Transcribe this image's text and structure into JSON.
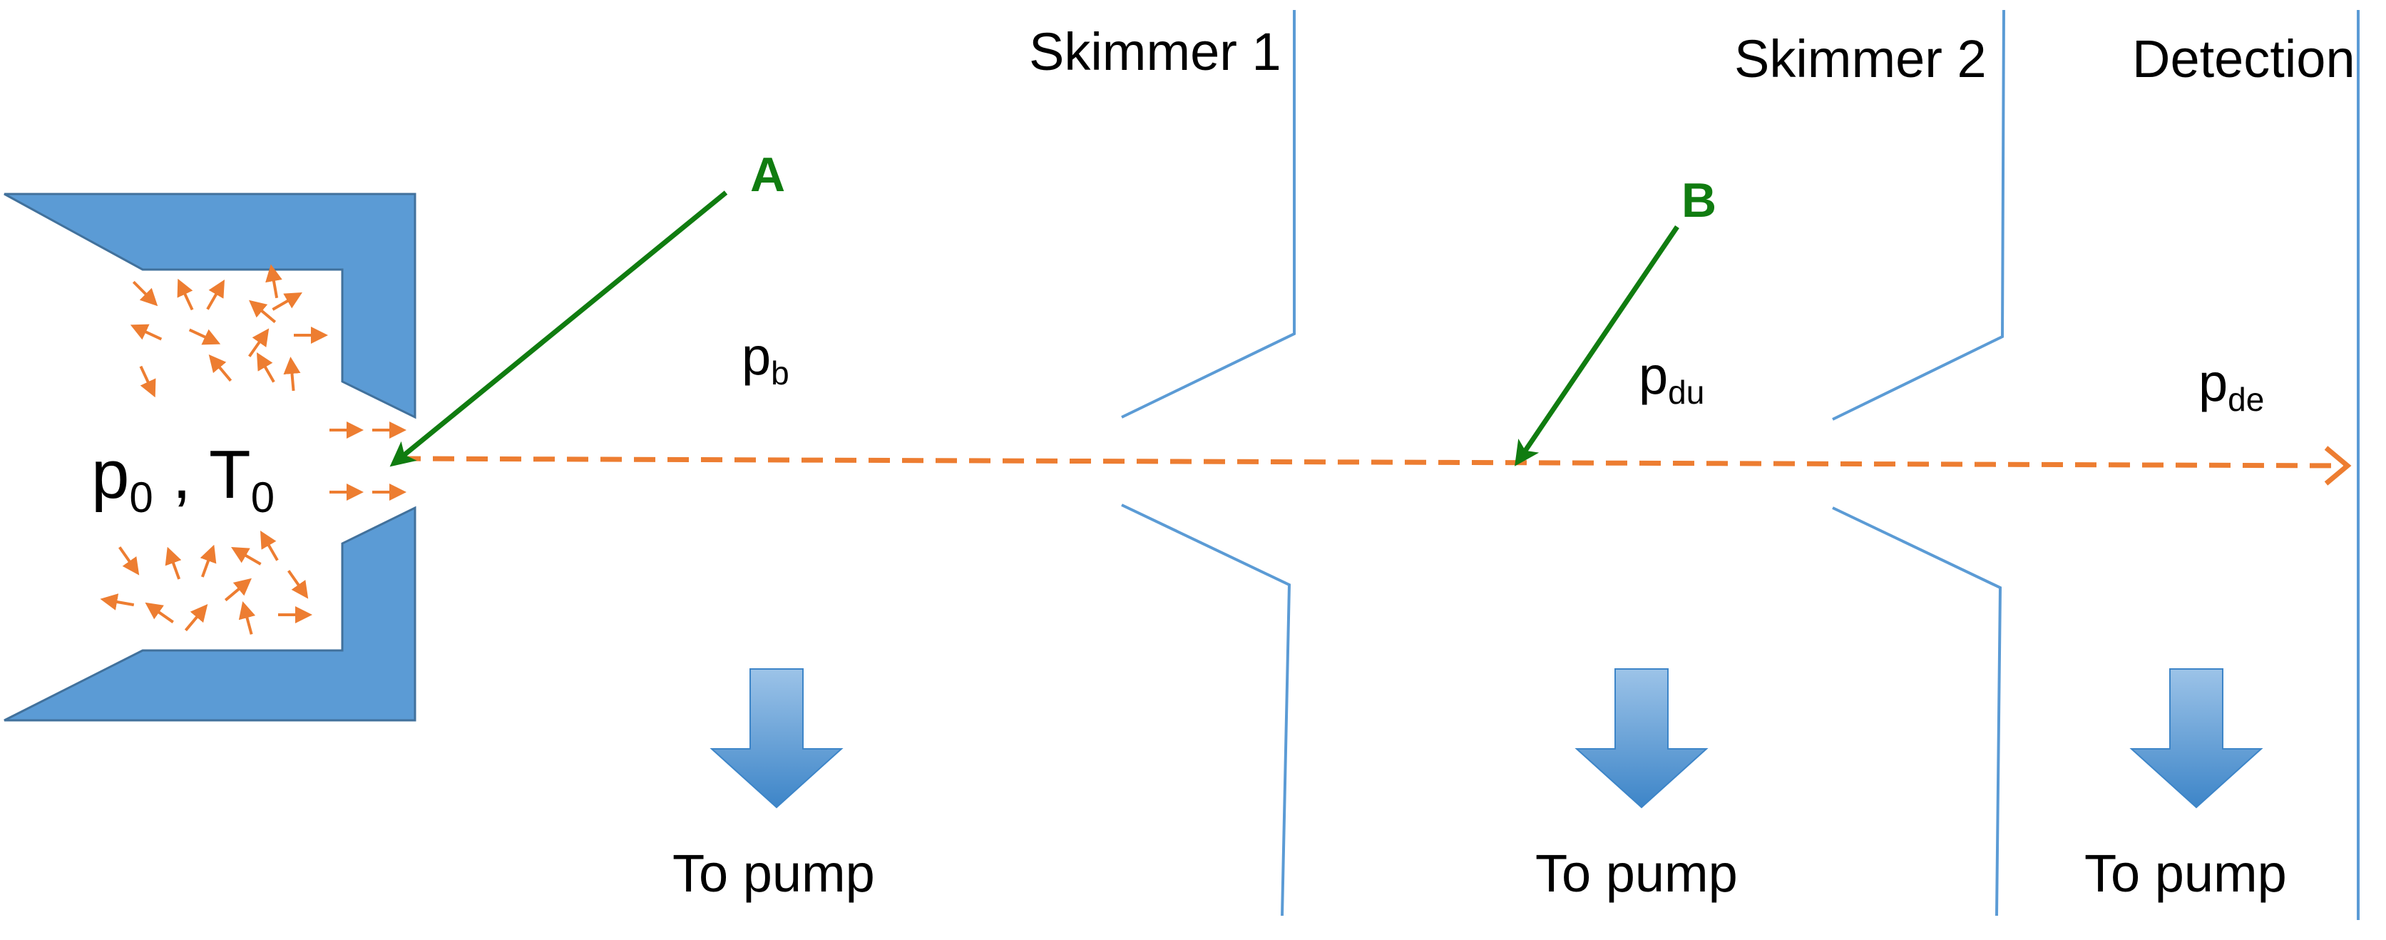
{
  "labels": {
    "skimmer1": "Skimmer 1",
    "skimmer2": "Skimmer 2",
    "detection": "Detection",
    "pump1": "To pump",
    "pump2": "To pump",
    "pump3": "To pump"
  },
  "markers": {
    "a": "A",
    "b": "B"
  },
  "source": {
    "p_symbol": "p",
    "p_subscript": "0",
    "separator": " , ",
    "t_symbol": "T",
    "t_subscript": "0"
  },
  "pressures": {
    "background": {
      "symbol": "p",
      "subscript": "b"
    },
    "downstream": {
      "symbol": "p",
      "subscript": "du"
    },
    "detection": {
      "symbol": "p",
      "subscript": "de"
    }
  },
  "colors": {
    "nozzle": "#5b9bd5",
    "wall_line": "#5b9bd5",
    "beam": "#ed7d31",
    "marker": "#107c10",
    "text": "#000000"
  }
}
